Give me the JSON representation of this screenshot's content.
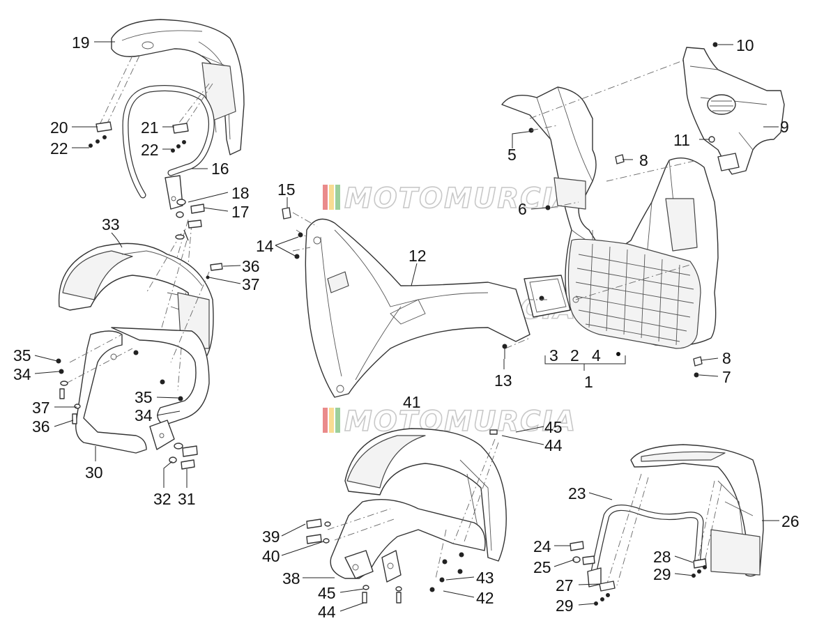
{
  "watermark": {
    "brand": "MOTOMURCIA",
    "stripe_colors": [
      "#d92b2b",
      "#f3c03a",
      "#4aa84a"
    ]
  },
  "callouts": {
    "c1": "1",
    "c2": "2",
    "c3": "3",
    "c4": "4",
    "c5": "5",
    "c6": "6",
    "c7": "7",
    "c8a": "8",
    "c8b": "8",
    "c9": "9",
    "c10": "10",
    "c11": "11",
    "c12": "12",
    "c13": "13",
    "c14": "14",
    "c15": "15",
    "c16": "16",
    "c17": "17",
    "c18": "18",
    "c19": "19",
    "c20": "20",
    "c21": "21",
    "c22a": "22",
    "c22b": "22",
    "c23": "23",
    "c24": "24",
    "c25": "25",
    "c26": "26",
    "c27": "27",
    "c28": "28",
    "c29a": "29",
    "c29b": "29",
    "c30": "30",
    "c31": "31",
    "c32": "32",
    "c33": "33",
    "c34a": "34",
    "c34b": "34",
    "c35a": "35",
    "c35b": "35",
    "c36a": "36",
    "c36b": "36",
    "c37a": "37",
    "c37b": "37",
    "c38": "38",
    "c39": "39",
    "c40": "40",
    "c41": "41",
    "c42": "42",
    "c43": "43",
    "c44a": "44",
    "c44b": "44",
    "c45a": "45",
    "c45b": "45"
  }
}
